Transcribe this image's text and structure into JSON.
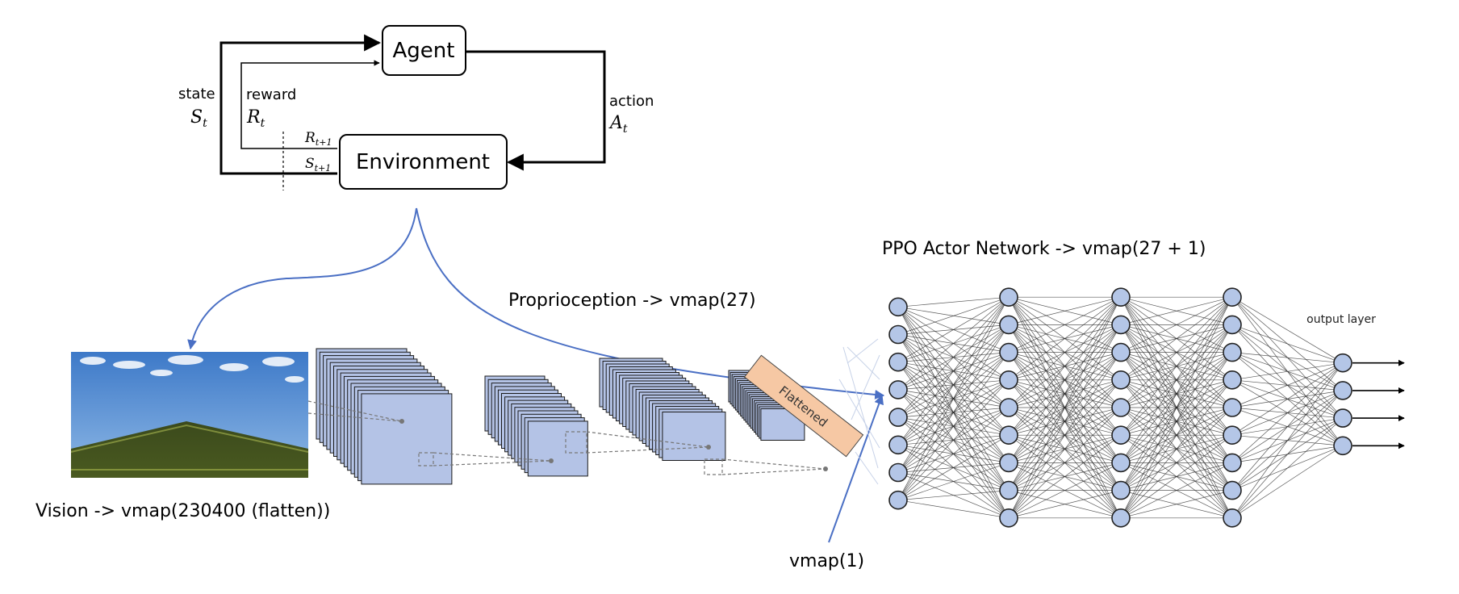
{
  "rl_loop": {
    "agent_label": "Agent",
    "environment_label": "Environment",
    "state_label": "state",
    "state_symbol": "S",
    "state_sub": "t",
    "reward_label": "reward",
    "reward_symbol": "R",
    "reward_sub": "t",
    "action_label": "action",
    "action_symbol": "A",
    "action_sub": "t",
    "next_reward_symbol": "R",
    "next_reward_sub": "t+1",
    "next_state_symbol": "S",
    "next_state_sub": "t+1"
  },
  "captions": {
    "vision": "Vision -> vmap(230400 (flatten))",
    "proprioception": "Proprioception -> vmap(27)",
    "vmap1": "vmap(1)",
    "ppo": "PPO Actor Network -> vmap(27 + 1)",
    "output_layer": "output layer",
    "flattened": "Flattened"
  },
  "network": {
    "layer_sizes": [
      8,
      9,
      9,
      9,
      4
    ]
  },
  "colors": {
    "arrow_blue": "#4a6fc4",
    "node_fill": "#b4c6e7",
    "cnn_fill": "#b4c3e6",
    "flattened_fill": "#f6c8a4",
    "sky": "#5b8ed0",
    "hill": "#3d4a1f"
  }
}
